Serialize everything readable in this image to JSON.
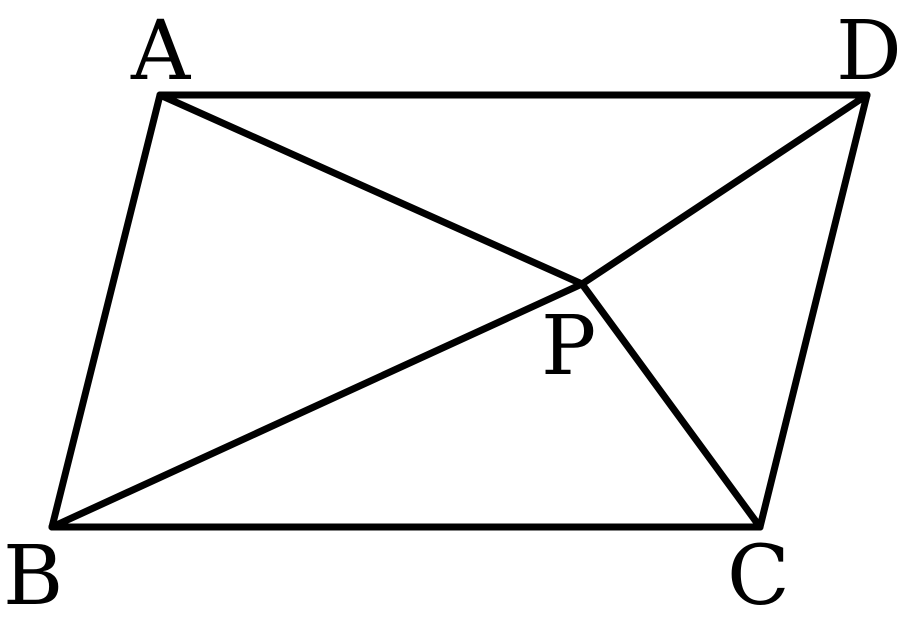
{
  "figure": {
    "labels": {
      "A": "A",
      "B": "B",
      "C": "C",
      "D": "D",
      "P": "P"
    },
    "edges": [
      "AD",
      "AB",
      "BC",
      "CD",
      "AP",
      "BP",
      "CP",
      "DP"
    ],
    "colors": {
      "stroke": "#000000",
      "background": "#ffffff"
    }
  }
}
